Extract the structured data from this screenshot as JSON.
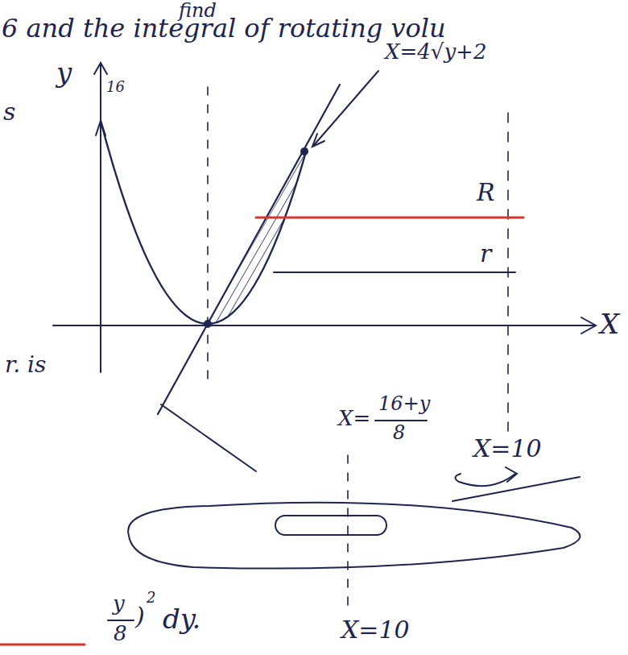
{
  "diagram": {
    "labels": [
      "find",
      "6 and the integral of rotating volu",
      "y",
      "16",
      "X=4√y+2",
      "R",
      "r",
      "X",
      "s",
      "r. is",
      "X=",
      "16+y",
      "8",
      "X=10",
      "X=10",
      "y",
      "8",
      ")",
      "2",
      "dy."
    ]
  }
}
